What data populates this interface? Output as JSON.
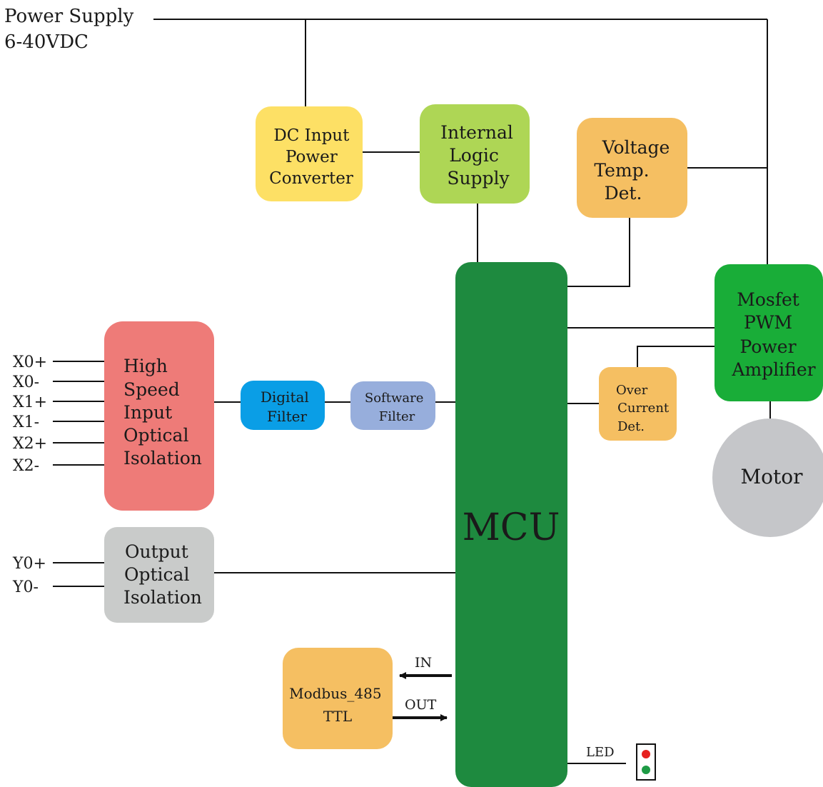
{
  "power": {
    "line1": "Power Supply",
    "line2": "6-40VDC"
  },
  "blocks": {
    "dc_input": [
      "DC Input",
      "Power",
      "Converter"
    ],
    "internal_logic": [
      "Internal",
      "Logic",
      "Supply"
    ],
    "voltage_temp": [
      "Voltage",
      "Temp.",
      "Det."
    ],
    "mosfet": [
      "Mosfet",
      "PWM",
      "Power",
      "Amplifier"
    ],
    "high_speed": [
      "High",
      "Speed",
      "Input",
      "Optical",
      "Isolation"
    ],
    "digital_filter": [
      "Digital",
      "Filter"
    ],
    "software_filter": [
      "Software",
      "Filter"
    ],
    "over_current": [
      "Over",
      "Current",
      "Det."
    ],
    "output_isolation": [
      "Output",
      "Optical",
      "Isolation"
    ],
    "modbus": [
      "Modbus_485",
      "TTL"
    ],
    "mcu": "MCU",
    "motor": "Motor"
  },
  "inputs": [
    "X0+",
    "X0-",
    "X1+",
    "X1-",
    "X2+",
    "X2-"
  ],
  "outputs": [
    "Y0+",
    "Y0-"
  ],
  "arrows": {
    "in": "IN",
    "out": "OUT"
  },
  "led": {
    "label": "LED"
  },
  "colors": {
    "dc_input": "#fde065",
    "internal_logic": "#aed655",
    "voltage_temp": "#f5bf62",
    "mcu": "#1e8a3f",
    "mosfet": "#19ad38",
    "high_speed": "#ee7b78",
    "digital_filter": "#0a9ee6",
    "software_filter": "#97aedc",
    "over_current": "#f5bf62",
    "output_isolation": "#c9cbca",
    "modbus": "#f5bf62",
    "motor": "#c5c6c9",
    "led_red": "#e6211f",
    "led_green": "#1e9b45"
  }
}
